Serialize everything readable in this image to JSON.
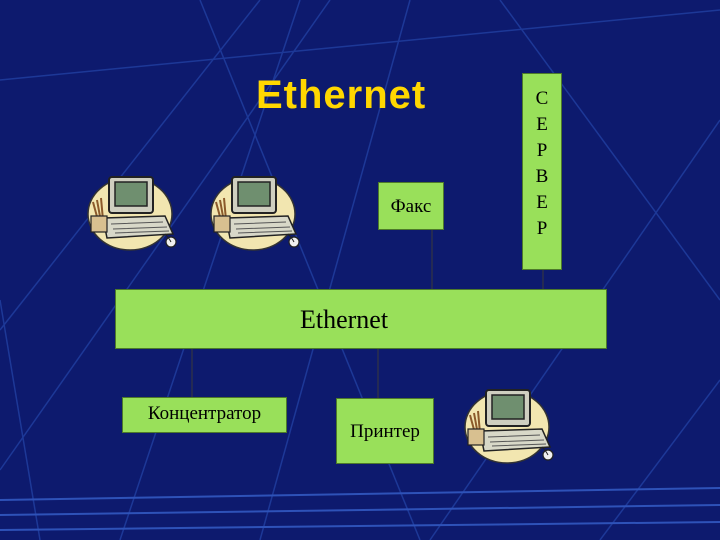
{
  "title": "Ethernet",
  "server_letters": [
    "С",
    "Е",
    "Р",
    "В",
    "Е",
    "Р"
  ],
  "fax_label": "Факс",
  "bus_label": "Ethernet",
  "hub_label": "Концентратор",
  "printer_label": "Принтер",
  "colors": {
    "background": "#0d1a6e",
    "title": "#ffd700",
    "box_fill": "#99e05a"
  },
  "icons": [
    "computer-icon",
    "computer-icon",
    "computer-icon"
  ]
}
